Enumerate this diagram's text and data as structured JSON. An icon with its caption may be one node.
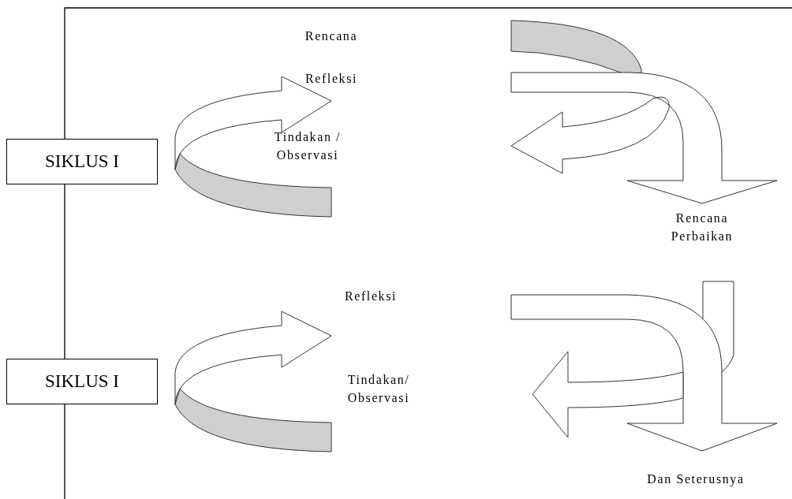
{
  "diagram": {
    "nodes": [
      {
        "text": [
          "SIKLUS I"
        ]
      },
      {
        "text": [
          "SIKLUS I"
        ]
      }
    ],
    "labels": [
      "Rencana",
      "Refleksi",
      "Tindakan / Observasi",
      "Rencana Perbaikan",
      "Refleksi",
      "Tindakan/ Observasi",
      "Dan Seterusnya"
    ]
  }
}
